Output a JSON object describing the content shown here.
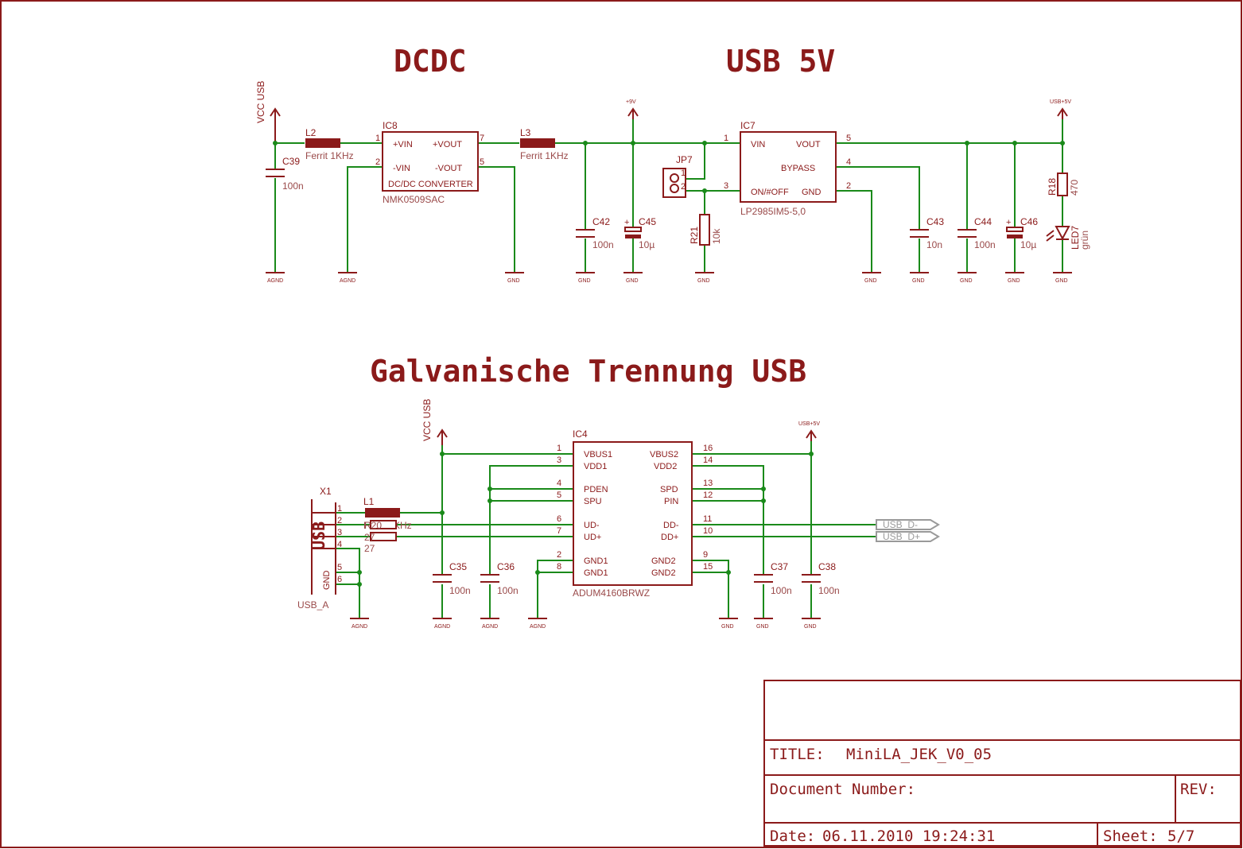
{
  "sections": {
    "dcdc": "DCDC",
    "usb5v": "USB 5V",
    "galvanic": "Galvanische Trennung USB"
  },
  "supplies": {
    "vcc_usb": "VCC USB",
    "p9v": "+9V",
    "usb5v": "USB+5V"
  },
  "grounds": {
    "agnd": "AGND",
    "gnd": "GND"
  },
  "parts": {
    "ic8": {
      "name": "IC8",
      "value": "NMK0509SAC",
      "body": "DC/DC CONVERTER",
      "pins": [
        "+VIN",
        "-VIN",
        "+VOUT",
        "-VOUT"
      ],
      "pin_nums": [
        "1",
        "2",
        "7",
        "5"
      ]
    },
    "ic7": {
      "name": "IC7",
      "value": "LP2985IM5-5,0",
      "pins": [
        "VIN",
        "ON/#OFF",
        "VOUT",
        "BYPASS",
        "GND"
      ],
      "pin_nums": [
        "1",
        "3",
        "5",
        "4",
        "2"
      ]
    },
    "ic4": {
      "name": "IC4",
      "value": "ADUM4160BRWZ",
      "left_pins": [
        "VBUS1",
        "VDD1",
        "PDEN",
        "SPU",
        "UD-",
        "UD+",
        "GND1",
        "GND1"
      ],
      "left_nums": [
        "1",
        "3",
        "4",
        "5",
        "6",
        "7",
        "2",
        "8"
      ],
      "right_pins": [
        "VBUS2",
        "VDD2",
        "SPD",
        "PIN",
        "DD-",
        "DD+",
        "GND2",
        "GND2"
      ],
      "right_nums": [
        "16",
        "14",
        "13",
        "12",
        "11",
        "10",
        "9",
        "15"
      ]
    },
    "l1": {
      "name": "L1",
      "value": "Ferrit 1KHz"
    },
    "l2": {
      "name": "L2",
      "value": "Ferrit 1KHz"
    },
    "l3": {
      "name": "L3",
      "value": "Ferrit 1KHz"
    },
    "jp7": {
      "name": "JP7",
      "pins": [
        "1",
        "2"
      ]
    },
    "r18": {
      "name": "R18",
      "value": "470"
    },
    "r21": {
      "name": "R21",
      "value": "10k"
    },
    "led7": {
      "name": "LED7",
      "value": "grün"
    },
    "r_usb1": {
      "name": "R20",
      "value": "27"
    },
    "r_usb2": {
      "value": "27"
    },
    "c39": {
      "name": "C39",
      "value": "100n"
    },
    "c42": {
      "name": "C42",
      "value": "100n"
    },
    "c45": {
      "name": "C45",
      "value": "10µ"
    },
    "c43": {
      "name": "C43",
      "value": "10n"
    },
    "c44": {
      "name": "C44",
      "value": "100n"
    },
    "c46": {
      "name": "C46",
      "value": "10µ"
    },
    "c35": {
      "name": "C35",
      "value": "100n"
    },
    "c36": {
      "name": "C36",
      "value": "100n"
    },
    "c37": {
      "name": "C37",
      "value": "100n"
    },
    "c38": {
      "name": "C38",
      "value": "100n"
    },
    "x1": {
      "name": "X1",
      "value": "USB_A",
      "label": "USB",
      "gnd": "GND",
      "pins": [
        "1",
        "2",
        "3",
        "4",
        "5",
        "6"
      ]
    }
  },
  "nets": {
    "usb_dm": "USB_D-",
    "usb_dp": "USB_D+"
  },
  "title_block": {
    "title_label": "TITLE:",
    "title": "MiniLA_JEK_V0_05",
    "doc_label": "Document Number:",
    "rev_label": "REV:",
    "date_label": "Date:",
    "date": "06.11.2010 19:24:31",
    "sheet_label": "Sheet:",
    "sheet": "5/7"
  }
}
